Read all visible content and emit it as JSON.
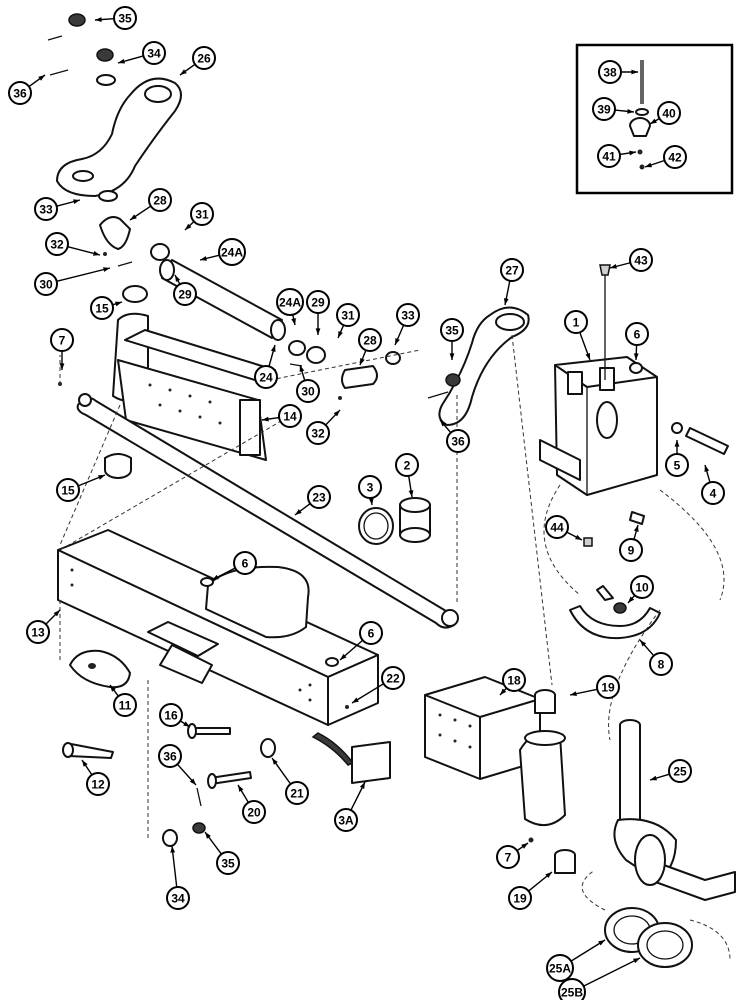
{
  "diagram": {
    "callouts": [
      {
        "id": "c35a",
        "label": "35"
      },
      {
        "id": "c34a",
        "label": "34"
      },
      {
        "id": "c26",
        "label": "26"
      },
      {
        "id": "c36a",
        "label": "36"
      },
      {
        "id": "c33a",
        "label": "33"
      },
      {
        "id": "c28a",
        "label": "28"
      },
      {
        "id": "c31a",
        "label": "31"
      },
      {
        "id": "c32a",
        "label": "32"
      },
      {
        "id": "c24a1",
        "label": "24A"
      },
      {
        "id": "c30a",
        "label": "30"
      },
      {
        "id": "c29a",
        "label": "29"
      },
      {
        "id": "c15a",
        "label": "15"
      },
      {
        "id": "c24a2",
        "label": "24A"
      },
      {
        "id": "c29b",
        "label": "29"
      },
      {
        "id": "c31b",
        "label": "31"
      },
      {
        "id": "c33b",
        "label": "33"
      },
      {
        "id": "c7a",
        "label": "7"
      },
      {
        "id": "c28b",
        "label": "28"
      },
      {
        "id": "c24",
        "label": "24"
      },
      {
        "id": "c30b",
        "label": "30"
      },
      {
        "id": "c14",
        "label": "14"
      },
      {
        "id": "c32b",
        "label": "32"
      },
      {
        "id": "c27",
        "label": "27"
      },
      {
        "id": "c35b",
        "label": "35"
      },
      {
        "id": "c36b",
        "label": "36"
      },
      {
        "id": "c43",
        "label": "43"
      },
      {
        "id": "c1",
        "label": "1"
      },
      {
        "id": "c6a",
        "label": "6"
      },
      {
        "id": "c5",
        "label": "5"
      },
      {
        "id": "c4",
        "label": "4"
      },
      {
        "id": "c15b",
        "label": "15"
      },
      {
        "id": "c23",
        "label": "23"
      },
      {
        "id": "c3",
        "label": "3"
      },
      {
        "id": "c2",
        "label": "2"
      },
      {
        "id": "c44",
        "label": "44"
      },
      {
        "id": "c9",
        "label": "9"
      },
      {
        "id": "c6b",
        "label": "6"
      },
      {
        "id": "c13",
        "label": "13"
      },
      {
        "id": "c10",
        "label": "10"
      },
      {
        "id": "c8",
        "label": "8"
      },
      {
        "id": "c6c",
        "label": "6"
      },
      {
        "id": "c22",
        "label": "22"
      },
      {
        "id": "c11",
        "label": "11"
      },
      {
        "id": "c18",
        "label": "18"
      },
      {
        "id": "c19a",
        "label": "19"
      },
      {
        "id": "c16",
        "label": "16"
      },
      {
        "id": "c12",
        "label": "12"
      },
      {
        "id": "c36c",
        "label": "36"
      },
      {
        "id": "c21",
        "label": "21"
      },
      {
        "id": "c20",
        "label": "20"
      },
      {
        "id": "c25",
        "label": "25"
      },
      {
        "id": "c3A",
        "label": "3A"
      },
      {
        "id": "c35c",
        "label": "35"
      },
      {
        "id": "c7b",
        "label": "7"
      },
      {
        "id": "c34b",
        "label": "34"
      },
      {
        "id": "c19b",
        "label": "19"
      },
      {
        "id": "c25A",
        "label": "25A"
      },
      {
        "id": "c25B",
        "label": "25B"
      },
      {
        "id": "c38",
        "label": "38"
      },
      {
        "id": "c39",
        "label": "39"
      },
      {
        "id": "c40",
        "label": "40"
      },
      {
        "id": "c41",
        "label": "41"
      },
      {
        "id": "c42",
        "label": "42"
      }
    ]
  }
}
